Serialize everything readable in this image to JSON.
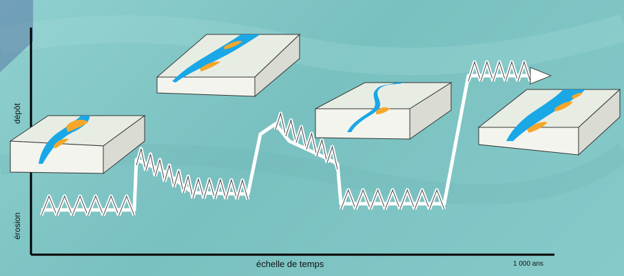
{
  "axes": {
    "y_top_label": "dépôt",
    "y_bottom_label": "érosion",
    "x_label": "échelle de temps",
    "scale_label": "1 000 ans"
  },
  "colors": {
    "background": "#86cbca",
    "water": "#1aa7e6",
    "sediment": "#f4a72a",
    "ribbon": "#ffffff",
    "outline": "#333333"
  },
  "blocks": [
    {
      "name": "block-braided-low",
      "stage": 1
    },
    {
      "name": "block-braided-mid",
      "stage": 2
    },
    {
      "name": "block-meander",
      "stage": 3
    },
    {
      "name": "block-braided-high",
      "stage": 4
    }
  ],
  "arrow": {
    "direction": "right"
  }
}
